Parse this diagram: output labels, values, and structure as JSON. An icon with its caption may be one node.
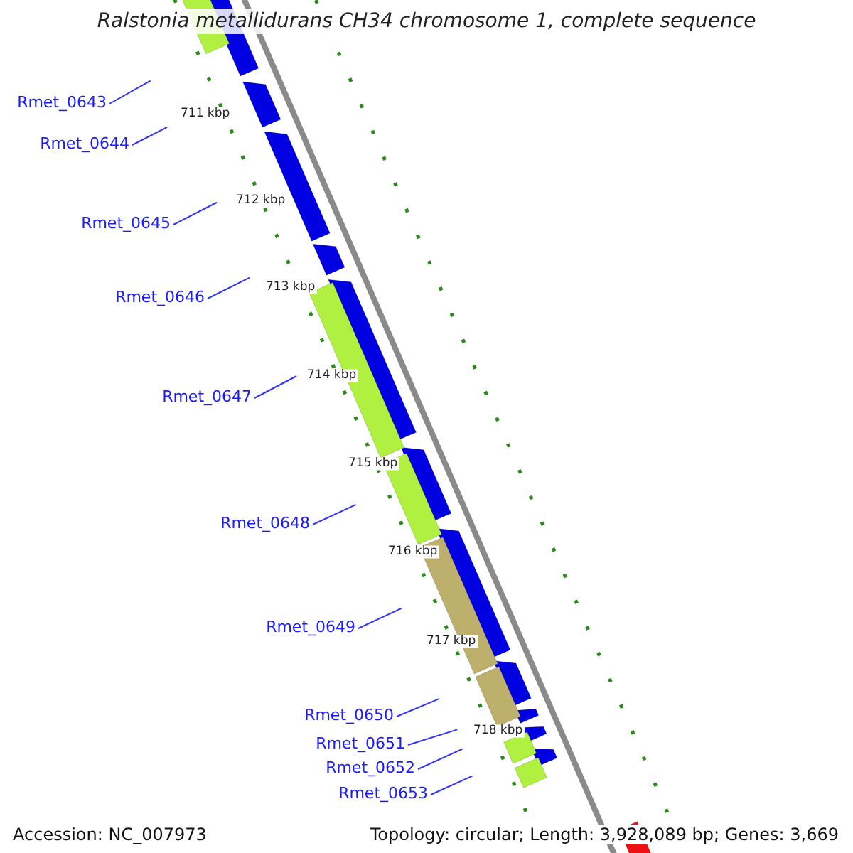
{
  "diagram": {
    "title": "Ralstonia metallidurans CH34 chromosome 1, complete sequence",
    "nodes": [
      {
        "text": [
          "Rmet_0643"
        ]
      },
      {
        "text": [
          "Rmet_0644"
        ]
      },
      {
        "text": [
          "Rmet_0645"
        ]
      },
      {
        "text": [
          "Rmet_0646"
        ]
      },
      {
        "text": [
          "Rmet_0647"
        ]
      },
      {
        "text": [
          "Rmet_0648"
        ]
      },
      {
        "text": [
          "Rmet_0649"
        ]
      },
      {
        "text": [
          "Rmet_0650"
        ]
      },
      {
        "text": [
          "Rmet_0651"
        ]
      },
      {
        "text": [
          "Rmet_0652"
        ]
      },
      {
        "text": [
          "Rmet_0653"
        ]
      }
    ],
    "edges": [
      {
        "from": 0,
        "to": null,
        "arrow": "none"
      },
      {
        "from": 1,
        "to": null,
        "arrow": "none"
      },
      {
        "from": 2,
        "to": null,
        "arrow": "none"
      },
      {
        "from": 3,
        "to": null,
        "arrow": "none"
      },
      {
        "from": 4,
        "to": null,
        "arrow": "none"
      },
      {
        "from": 5,
        "to": null,
        "arrow": "none"
      },
      {
        "from": 6,
        "to": null,
        "arrow": "none"
      },
      {
        "from": 7,
        "to": null,
        "arrow": "none"
      },
      {
        "from": 8,
        "to": null,
        "arrow": "none"
      },
      {
        "from": 9,
        "to": null,
        "arrow": "none"
      },
      {
        "from": 10,
        "to": null,
        "arrow": "none"
      }
    ],
    "labels": [
      "711 kbp",
      "712 kbp",
      "713 kbp",
      "714 kbp",
      "715 kbp",
      "716 kbp",
      "717 kbp",
      "718 kbp",
      "Accession: NC_007973",
      "Topology: circular; Length: 3,928,089 bp; Genes: 3,669"
    ]
  }
}
